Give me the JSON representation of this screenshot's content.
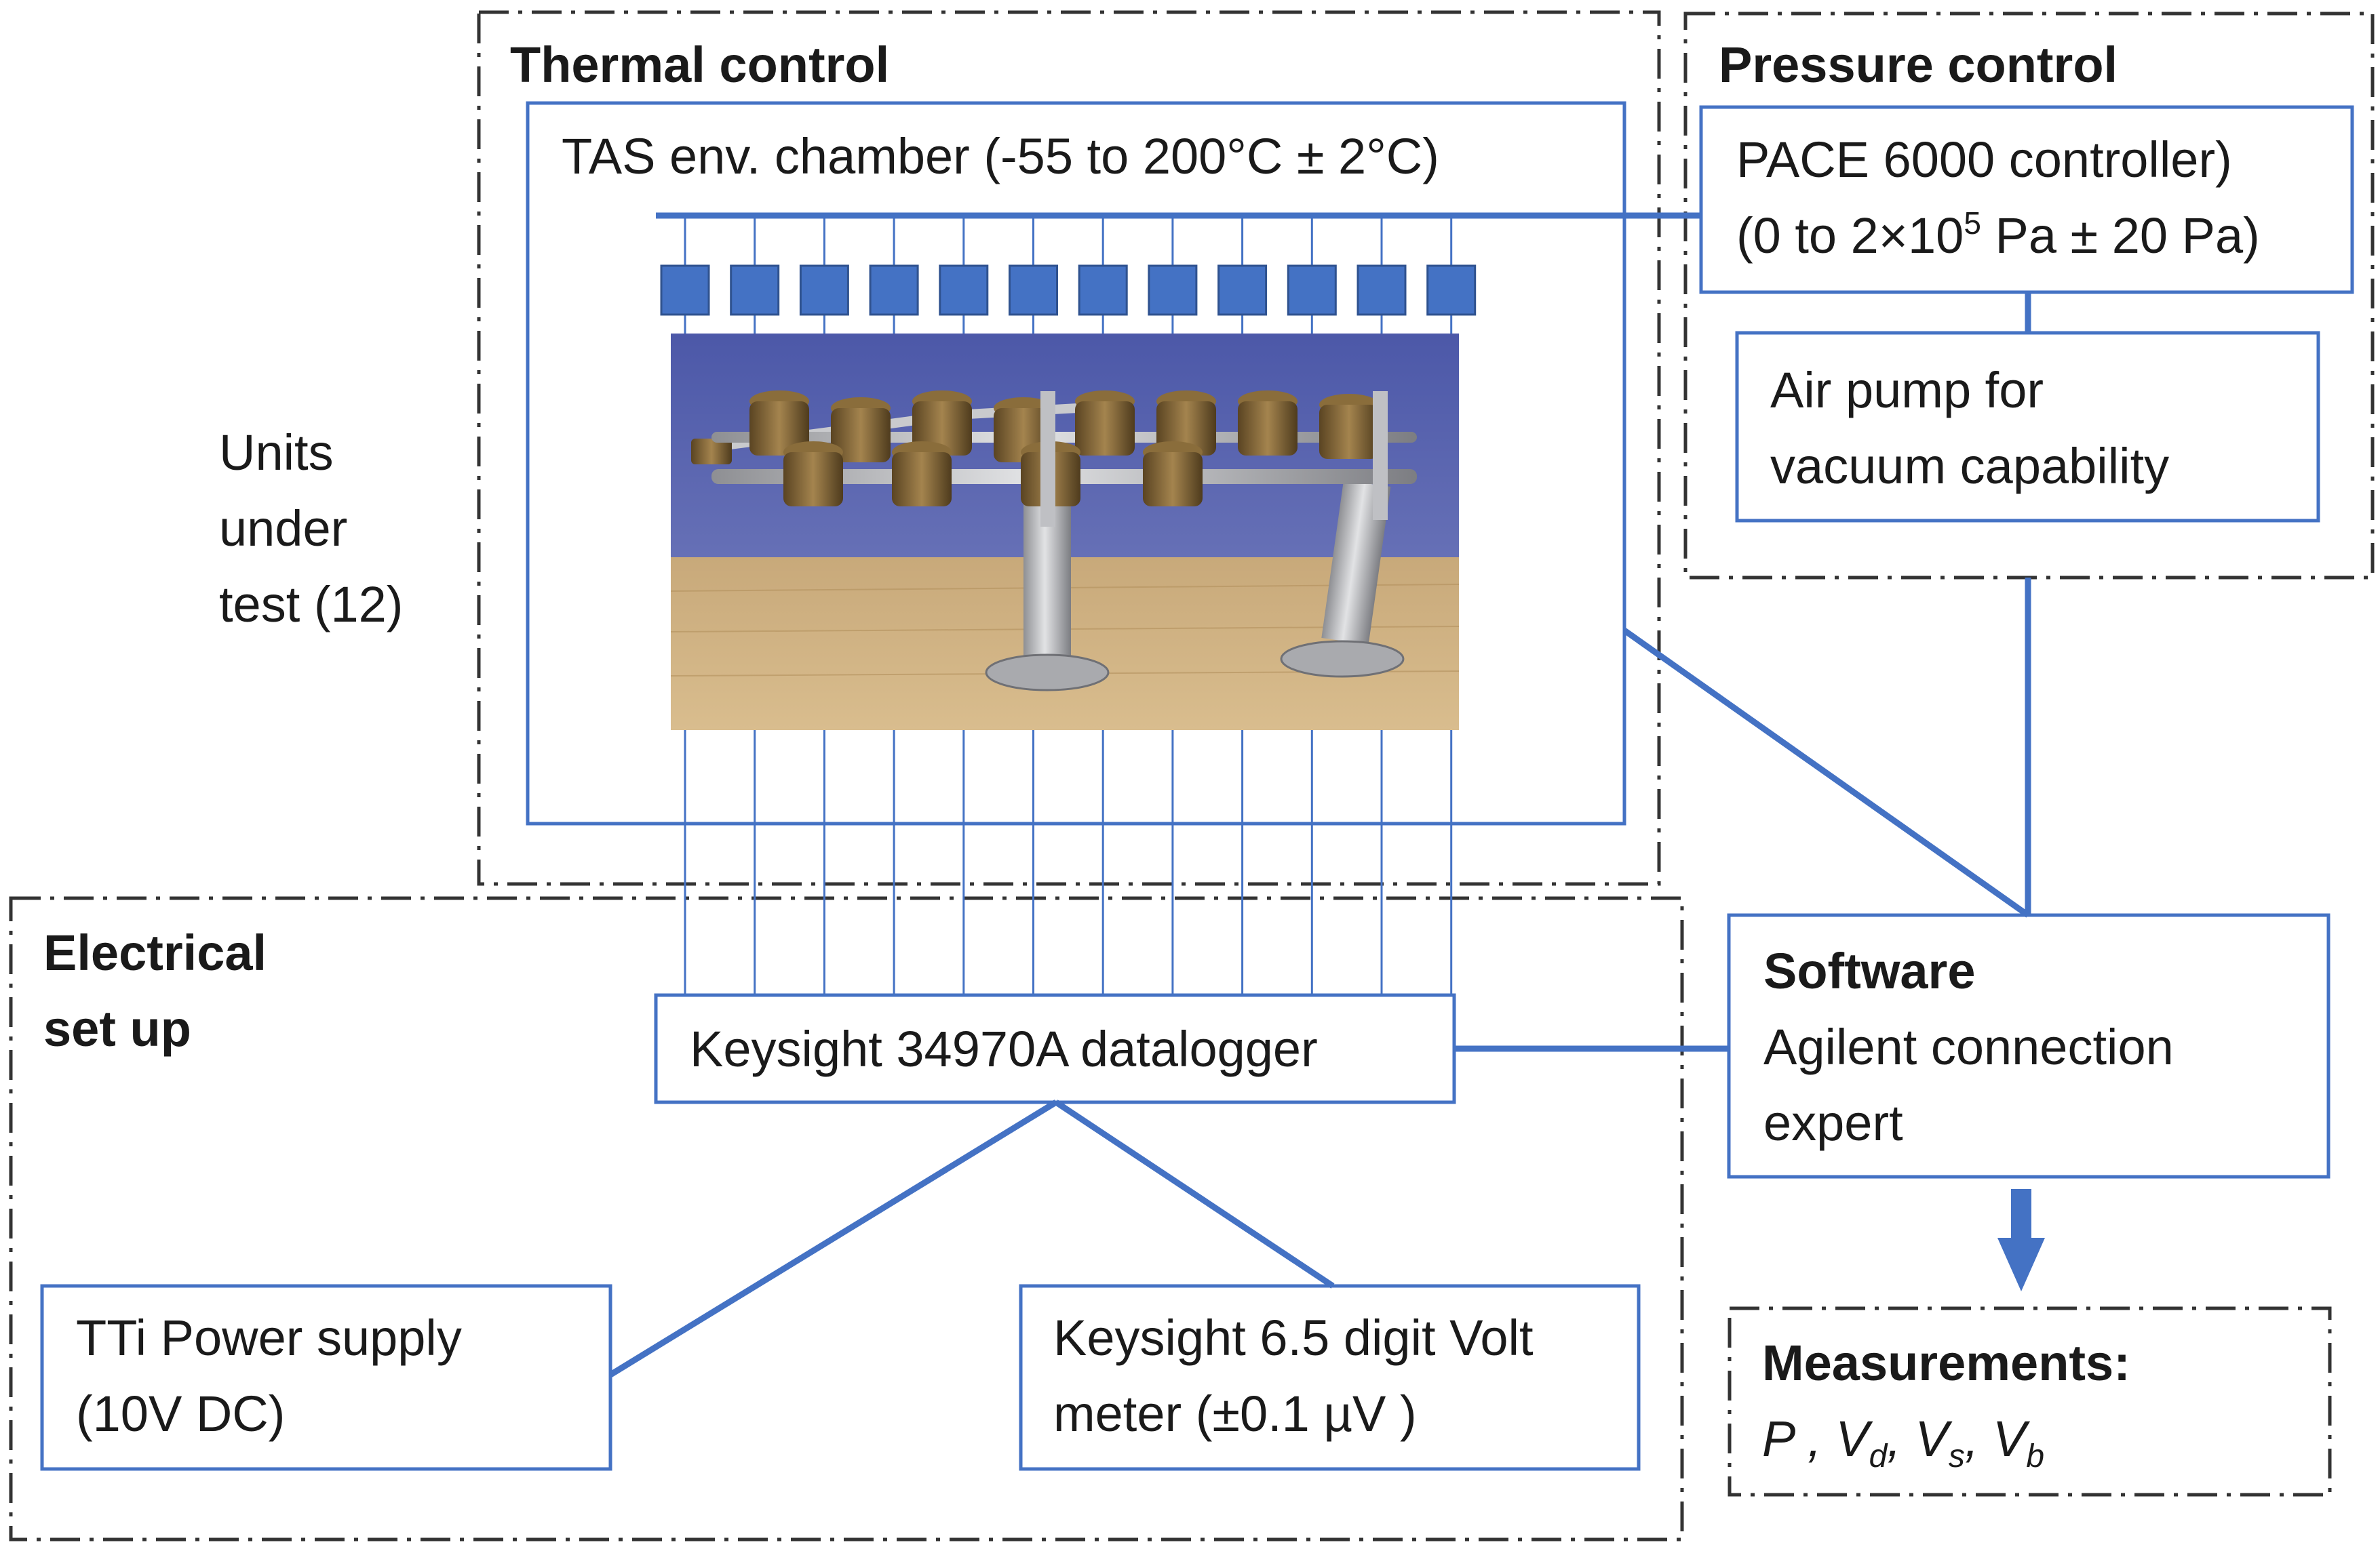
{
  "groups": {
    "thermal": {
      "title": "Thermal control"
    },
    "pressure": {
      "title": "Pressure control"
    },
    "electrical": {
      "title_line1": "Electrical",
      "title_line2": "set up"
    }
  },
  "boxes": {
    "chamber": {
      "label": "TAS env. chamber (-55 to 200°C ± 2°C)"
    },
    "pace": {
      "line1": "PACE 6000 controller)",
      "line2_pre": "(0 to 2×10",
      "line2_sup": "5",
      "line2_post": " Pa ± 20 Pa)"
    },
    "pump": {
      "line1": "Air pump for",
      "line2": "vacuum capability"
    },
    "datalogger": {
      "label": "Keysight 34970A datalogger"
    },
    "software": {
      "title": "Software",
      "line1": "Agilent connection",
      "line2": "expert"
    },
    "power": {
      "line1": "TTi Power supply",
      "line2": "(10V DC)"
    },
    "voltmeter": {
      "line1": "Keysight 6.5 digit Volt",
      "line2": "meter (±0.1 µV )"
    },
    "measurements": {
      "title": "Measurements:",
      "vars": [
        "P",
        "V",
        "d",
        "V",
        "s",
        "V",
        "b"
      ]
    }
  },
  "labels": {
    "uut_line1": "Units",
    "uut_line2": "under",
    "uut_line3": "test (12)"
  },
  "colors": {
    "line": "#4472c4",
    "text": "#1a1a1a",
    "dash": "#333333",
    "square": "#4472c4"
  }
}
